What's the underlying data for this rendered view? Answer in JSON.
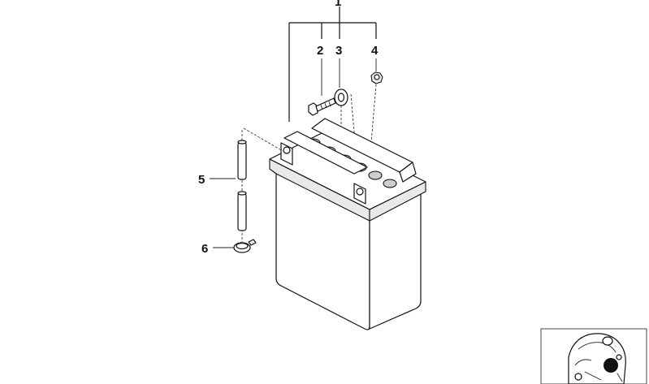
{
  "callouts": {
    "c1": "1",
    "c2": "2",
    "c3": "3",
    "c4": "4",
    "c5": "5",
    "c6": "6"
  },
  "icons": {
    "battery": "battery-icon",
    "bolt": "bolt-icon",
    "washer": "washer-icon",
    "nut": "nut-icon",
    "vent_hose": "vent-hose-icon",
    "hose_clamp": "hose-clamp-icon",
    "locator": "vehicle-locator-thumbnail-icon"
  }
}
